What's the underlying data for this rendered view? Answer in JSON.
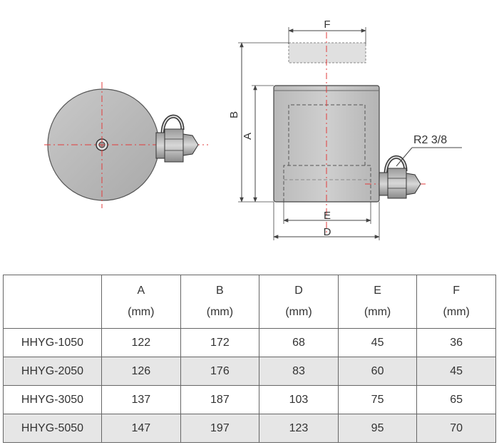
{
  "drawing": {
    "labels": {
      "F": "F",
      "B": "B",
      "A": "A",
      "E": "E",
      "D": "D",
      "port": "R2 3/8"
    }
  },
  "table": {
    "columns": [
      {
        "name": "A",
        "unit": "(mm)"
      },
      {
        "name": "B",
        "unit": "(mm)"
      },
      {
        "name": "D",
        "unit": "(mm)"
      },
      {
        "name": "E",
        "unit": "(mm)"
      },
      {
        "name": "F",
        "unit": "(mm)"
      }
    ],
    "rows": [
      {
        "model": "HHYG-1050",
        "values": [
          "122",
          "172",
          "68",
          "45",
          "36"
        ]
      },
      {
        "model": "HHYG-2050",
        "values": [
          "126",
          "176",
          "83",
          "60",
          "45"
        ]
      },
      {
        "model": "HHYG-3050",
        "values": [
          "137",
          "187",
          "103",
          "75",
          "65"
        ]
      },
      {
        "model": "HHYG-5050",
        "values": [
          "147",
          "197",
          "123",
          "95",
          "70"
        ]
      }
    ]
  }
}
